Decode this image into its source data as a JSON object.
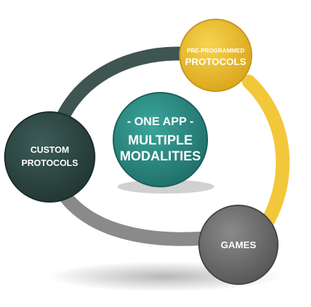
{
  "center": {
    "line1": "ONE APP",
    "line2": "MULTIPLE",
    "line3": "MODALITIES"
  },
  "nodes": {
    "preprogrammed": {
      "line1": "PRE-PROGRAMMED",
      "line2": "PROTOCOLS"
    },
    "custom": {
      "line1": "CUSTOM",
      "line2": "PROTOCOLS"
    },
    "games": {
      "line1": "GAMES"
    }
  },
  "colors": {
    "teal": "#2e9189",
    "dark_slate": "#2f4a46",
    "yellow": "#f2c230",
    "gray": "#6f6f6f",
    "ring_dark": "#3e5551",
    "ring_yellow": "#f2c83a",
    "ring_gray": "#8a8a8a"
  }
}
